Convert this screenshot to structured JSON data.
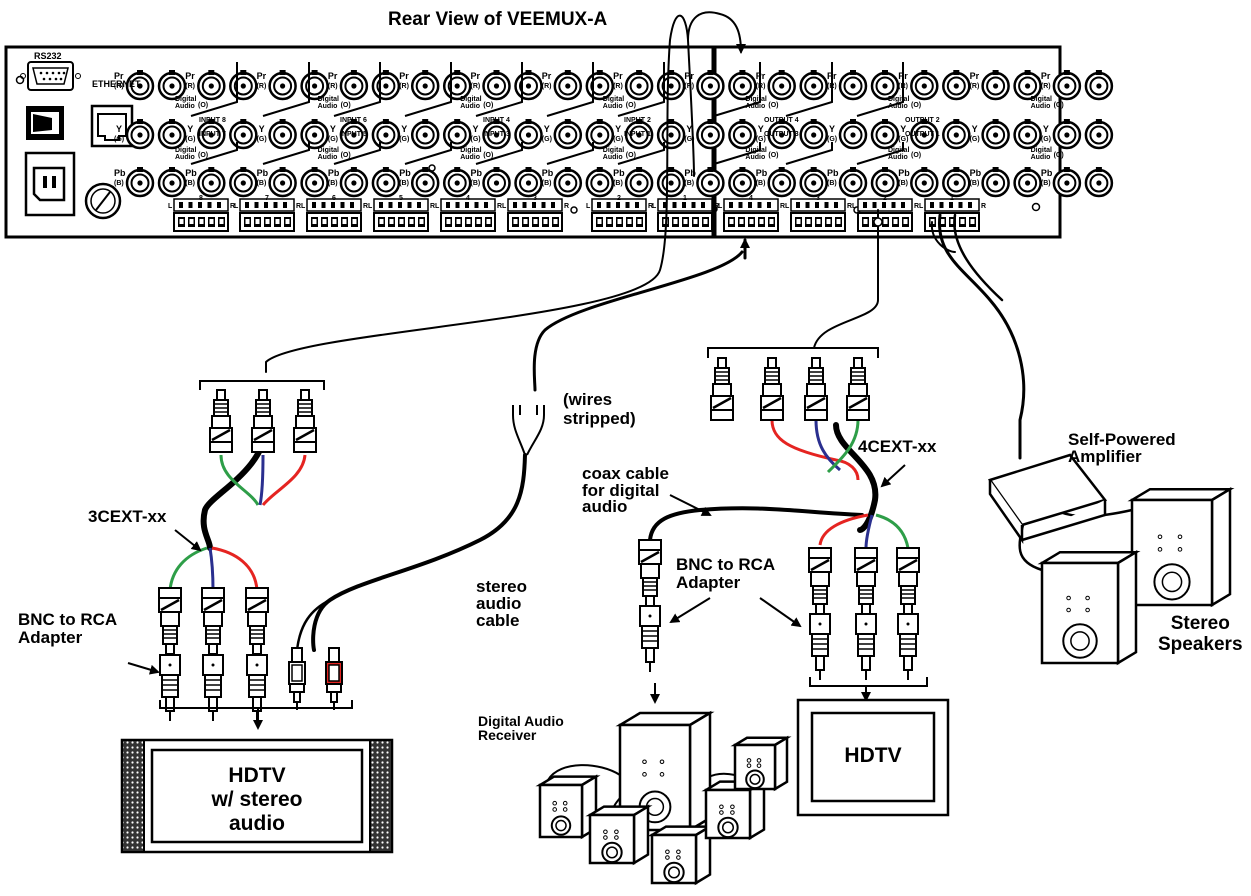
{
  "title": "Rear View of VEEMUX-A",
  "panel": {
    "rs232": "RS232",
    "ethernet": "ETHERNET",
    "inputs": [
      "INPUT 8",
      "INPUT 7",
      "INPUT 6",
      "INPUT 5",
      "INPUT 4",
      "INPUT 3",
      "INPUT 2",
      "INPUT 1"
    ],
    "outputs": [
      "OUTPUT 4",
      "OUTPUT 3",
      "OUTPUT 2",
      "OUTPUT 1"
    ],
    "connector_pr": "Pr",
    "connector_pr_sub": "(R)",
    "connector_y": "Y",
    "connector_y_sub": "(G)",
    "connector_pb": "Pb",
    "connector_pb_sub": "(B)",
    "digital_audio": "Digital\nAudio",
    "digital_audio_sub": "(O)",
    "audio_block_numbers": [
      "8",
      "7",
      "6",
      "5",
      "4",
      "3",
      "2",
      "1",
      "4",
      "3",
      "2",
      "1"
    ],
    "audio_l": "L",
    "audio_r": "R"
  },
  "labels": {
    "ext3": "3CEXT-xx",
    "ext4": "4CEXT-xx",
    "bnc_rca_left": "BNC to RCA\nAdapter",
    "bnc_rca_right": "BNC to RCA\nAdapter",
    "wires_stripped": "(wires\nstripped)",
    "stereo_audio_cable": "stereo\naudio\ncable",
    "coax_cable": "coax cable\nfor digital\naudio",
    "hdtv_left": "HDTV\nw/ stereo\naudio",
    "hdtv_right": "HDTV",
    "digital_audio_receiver": "Digital Audio\nReceiver",
    "self_powered_amplifier": "Self-Powered\nAmplifier",
    "stereo_speakers": "Stereo\nSpeakers"
  },
  "colors": {
    "red": "#e52421",
    "green": "#2e9e48",
    "blue": "#2a2f8f",
    "black": "#000000"
  }
}
